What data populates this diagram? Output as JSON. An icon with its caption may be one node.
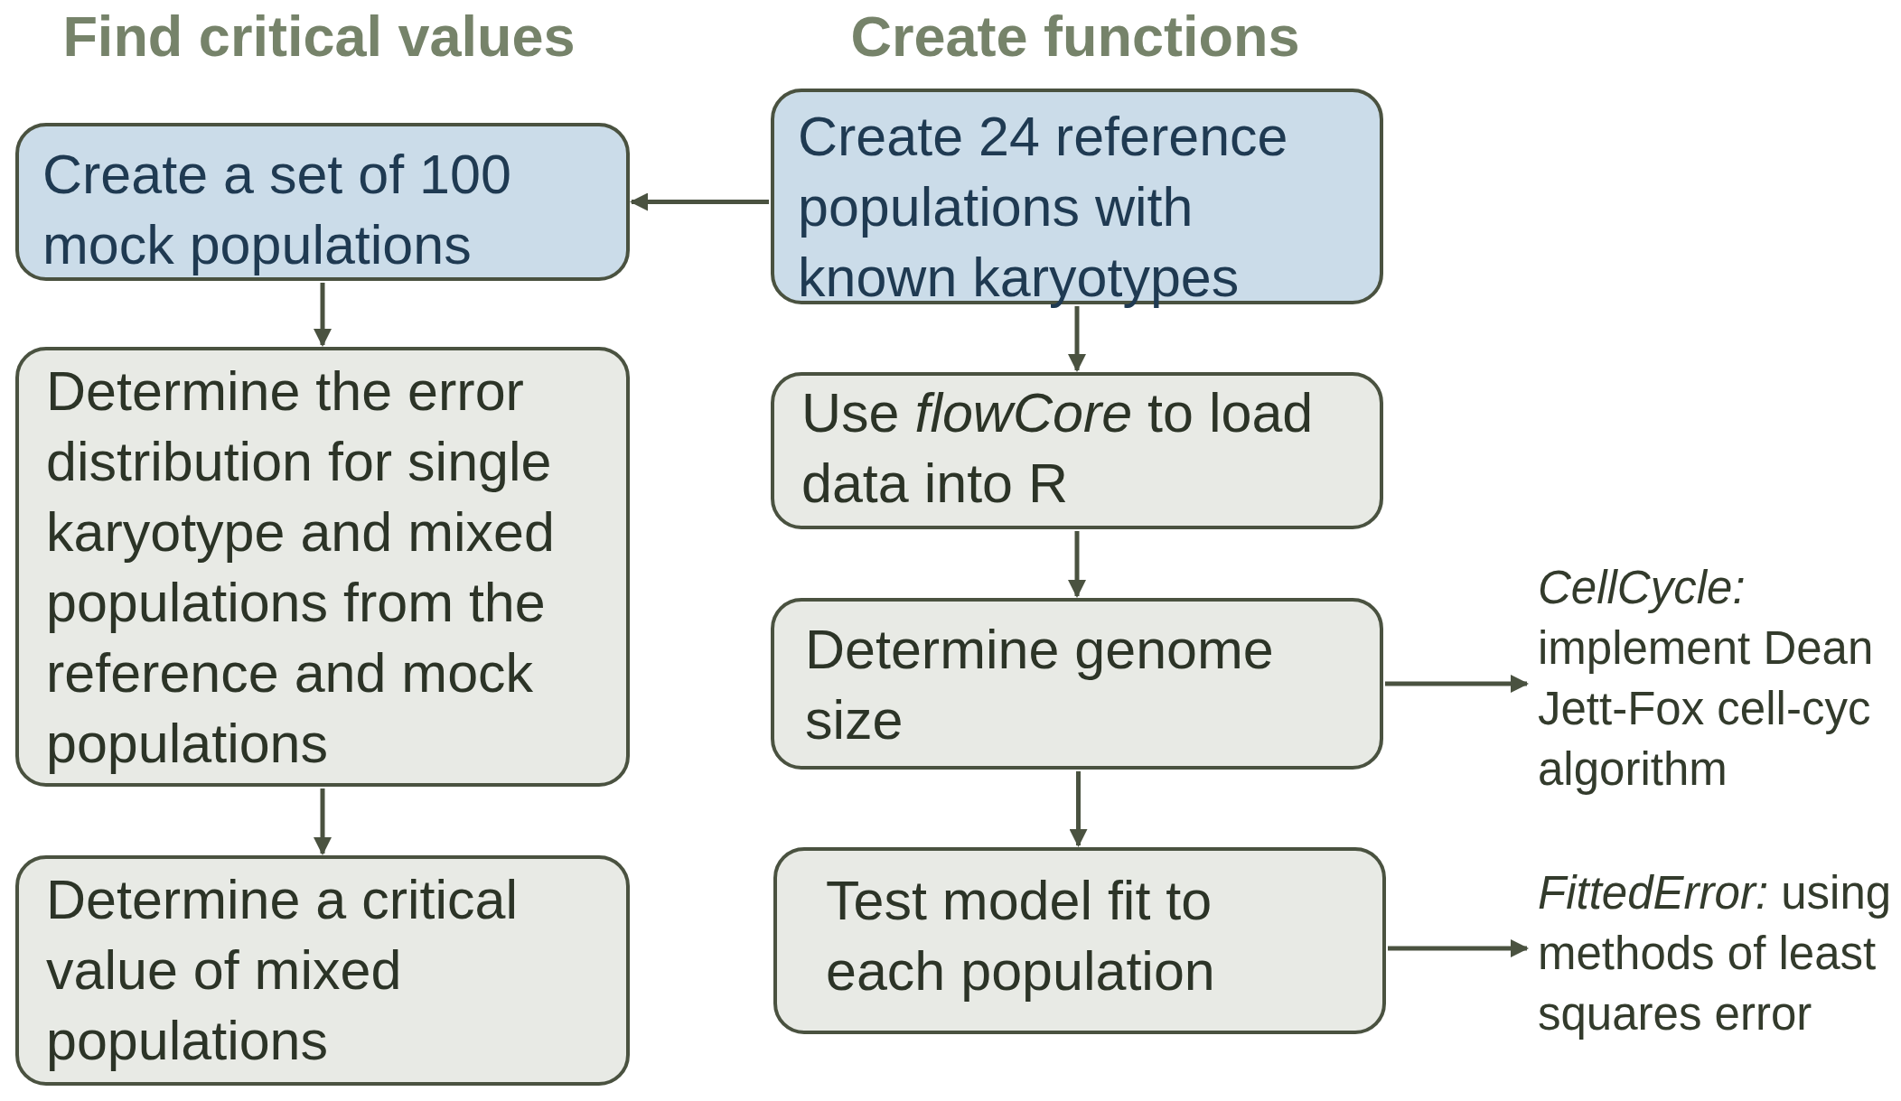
{
  "diagram": {
    "nodes": [
      {
        "text": [
          "Create a set of 100 mock populations"
        ]
      },
      {
        "text": [
          "Create 24 reference populations with known karyotypes"
        ]
      },
      {
        "text": [
          "Determine the error distribution for single karyotype and mixed populations from the reference and mock populations"
        ]
      },
      {
        "text": [
          "Determine a critical value of mixed populations"
        ]
      },
      {
        "text": [
          "Use *flowCore* to load data into R"
        ]
      },
      {
        "text": [
          "Determine genome size"
        ]
      },
      {
        "text": [
          "Test model fit to each population"
        ]
      },
      {
        "text": [
          "*CellCycle:* implement Dean Jett-Fox cell-cyc algorithm"
        ]
      },
      {
        "text": [
          "*FittedError:* using methods of least squares error"
        ]
      }
    ],
    "edges": [
      {
        "from": 1,
        "to": 0,
        "arrow": "to"
      },
      {
        "from": 0,
        "to": 2,
        "arrow": "to"
      },
      {
        "from": 2,
        "to": 3,
        "arrow": "to"
      },
      {
        "from": 1,
        "to": 4,
        "arrow": "to"
      },
      {
        "from": 4,
        "to": 5,
        "arrow": "to"
      },
      {
        "from": 5,
        "to": 6,
        "arrow": "to"
      },
      {
        "from": 5,
        "to": 7,
        "arrow": "to"
      },
      {
        "from": 6,
        "to": 8,
        "arrow": "to"
      }
    ],
    "labels": [
      "Find critical values",
      "Create functions"
    ]
  }
}
